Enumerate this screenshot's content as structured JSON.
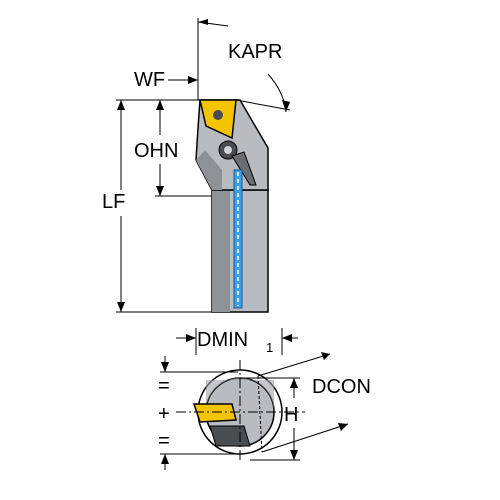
{
  "labels": {
    "kapr": "KAPR",
    "wf": "WF",
    "ohn": "OHN",
    "lf": "LF",
    "dmin": "DMIN",
    "dmin_sub": "1",
    "dcon": "DCON",
    "h": "H"
  },
  "symbols": {
    "equal_top": "=",
    "plus": "+",
    "equal_bottom": "="
  },
  "colors": {
    "holder_body": "#b8bcc0",
    "holder_shade": "#888c90",
    "holder_dark": "#4a4d50",
    "insert": "#f5c400",
    "coolant": "#3aa0e8"
  }
}
